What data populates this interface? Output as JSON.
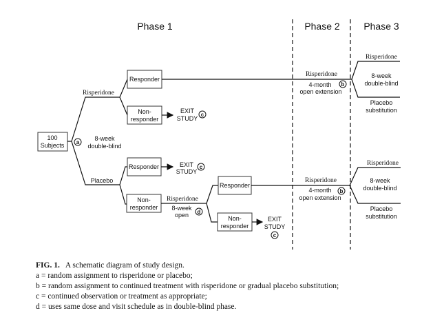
{
  "phases": [
    "Phase 1",
    "Phase 2",
    "Phase 3"
  ],
  "nodes": {
    "start": [
      "100",
      "Subjects"
    ],
    "ris_responder": "Responder",
    "ris_nonresponder": [
      "Non-",
      "responder"
    ],
    "pla_responder": "Responder",
    "pla_nonresponder": [
      "Non-",
      "responder"
    ],
    "ol_responder": "Responder",
    "ol_nonresponder": [
      "Non-",
      "responder"
    ]
  },
  "labels": {
    "risperidone": "Risperidone",
    "placebo": "Placebo",
    "double_blind": [
      "8-week",
      "double-blind"
    ],
    "exit": [
      "EXIT",
      "STUDY"
    ],
    "open_8wk": [
      "8-week",
      "open"
    ],
    "extension": [
      "4-month",
      "open extension"
    ],
    "phase3_db": [
      "8-week",
      "double-blind"
    ],
    "placebo_sub": [
      "Placebo",
      "substitution"
    ]
  },
  "markers": {
    "a": "a",
    "b": "b",
    "c": "c",
    "d": "d"
  },
  "caption": {
    "fig": "FIG. 1.",
    "title": "A schematic diagram of study design.",
    "notes": [
      "a = random assignment to risperidone or placebo;",
      "b = random assignment to continued treatment with risperidone or gradual placebo substitution;",
      "c = continued observation or treatment as appropriate;",
      "d = uses same dose and visit schedule as in double-blind phase."
    ]
  }
}
